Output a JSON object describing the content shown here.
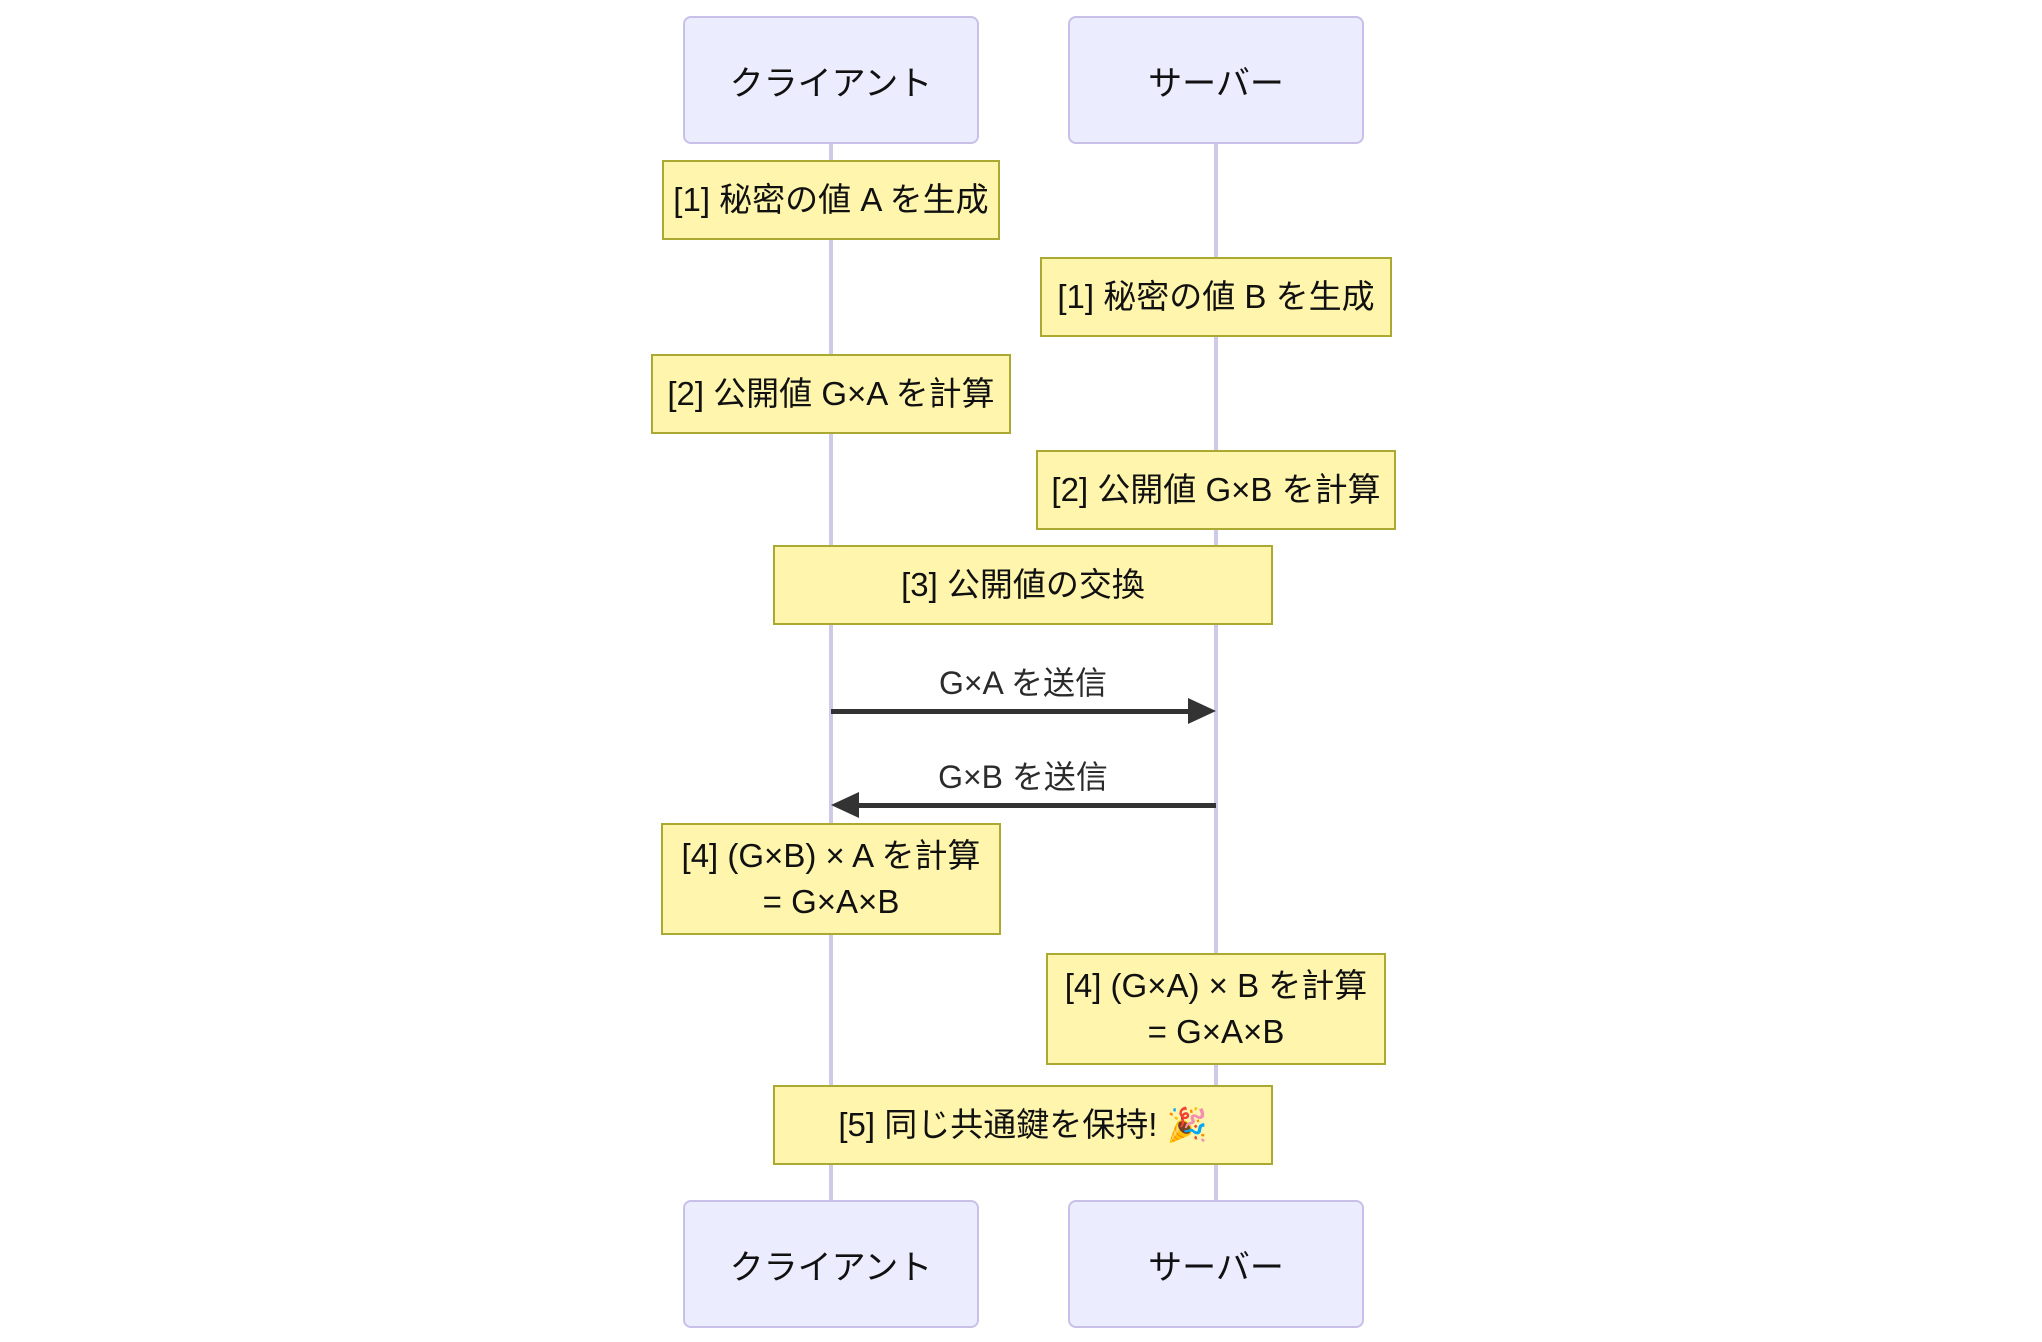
{
  "diagram": {
    "type": "sequence",
    "actors": {
      "client": "クライアント",
      "server": "サーバー"
    },
    "notes": {
      "client_1": "[1] 秘密の値 A を生成",
      "server_1": "[1] 秘密の値 B を生成",
      "client_2": "[2] 公開値 G×A を計算",
      "server_2": "[2] 公開値 G×B を計算",
      "span_3": "[3] 公開値の交換",
      "client_4_line1": "[4] (G×B) × A を計算",
      "client_4_line2": "= G×A×B",
      "server_4_line1": "[4] (G×A) × B を計算",
      "server_4_line2": "= G×A×B",
      "span_5": "[5] 同じ共通鍵を保持! 🎉"
    },
    "messages": {
      "msg_1": "G×A を送信",
      "msg_2": "G×B を送信"
    },
    "colors": {
      "note_fill": "#fff5ad",
      "note_border": "#aaaa33",
      "actor_fill": "#ececff",
      "actor_border": "#c8c0e8",
      "lifeline": "#d0c9e8",
      "arrow": "#333333",
      "text": "#111111"
    }
  }
}
